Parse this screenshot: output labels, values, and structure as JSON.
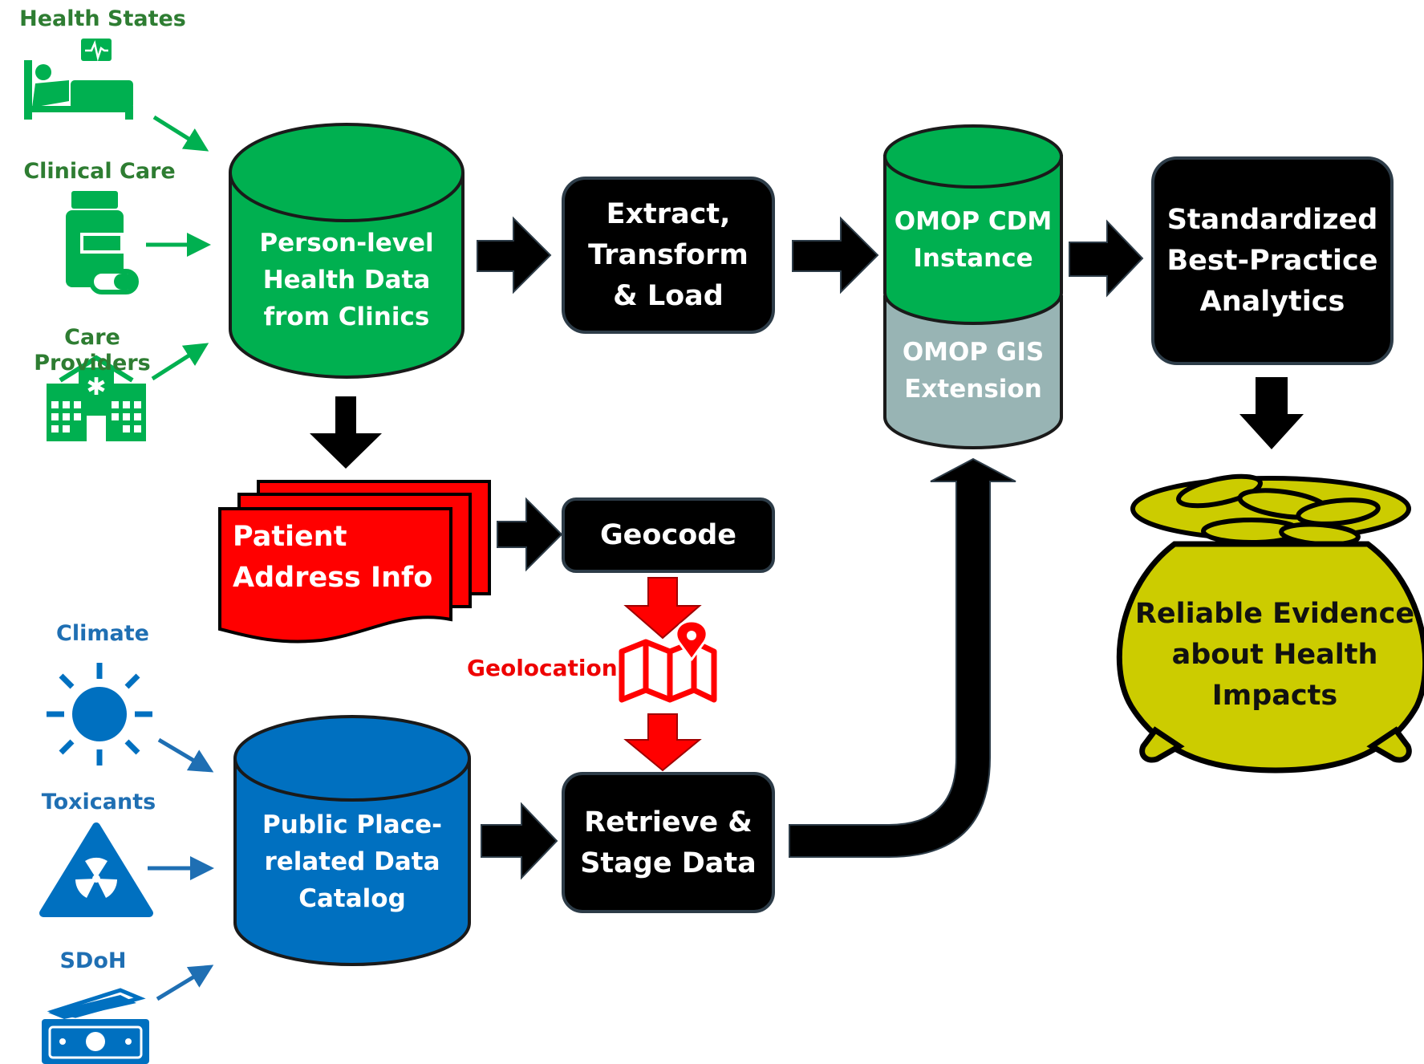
{
  "sources": {
    "health_states": "Health States",
    "clinical_care": "Clinical Care",
    "care_providers": "Care Providers",
    "climate": "Climate",
    "toxicants": "Toxicants",
    "sdoh": "SDoH"
  },
  "nodes": {
    "person_health_data": "Person-level\nHealth Data\nfrom Clinics",
    "etl": "Extract,\nTransform\n& Load",
    "omop_cdm": "OMOP CDM\nInstance",
    "omop_gis": "OMOP GIS\nExtension",
    "analytics": "Standardized\nBest-Practice\nAnalytics",
    "patient_address": "Patient\nAddress Info",
    "geocode": "Geocode",
    "geolocation": "Geolocation",
    "public_catalog": "Public Place-\nrelated Data\nCatalog",
    "retrieve_stage": "Retrieve &\nStage Data",
    "evidence": "Reliable Evidence\nabout Health\nImpacts"
  },
  "colors": {
    "green": "#00b050",
    "source_green": "#2e7d32",
    "blue": "#0070c0",
    "source_blue": "#1f6fb3",
    "red": "#ff0000",
    "gray": "#98b4b4",
    "pot": "#cccc00",
    "black": "#000000"
  },
  "icons": {
    "health_states": "hospital-bed-icon",
    "clinical_care": "medication-icon",
    "care_providers": "hospital-building-icon",
    "climate": "sun-icon",
    "toxicants": "radiation-hazard-icon",
    "sdoh": "money-icon",
    "geolocation": "map-pin-icon"
  }
}
